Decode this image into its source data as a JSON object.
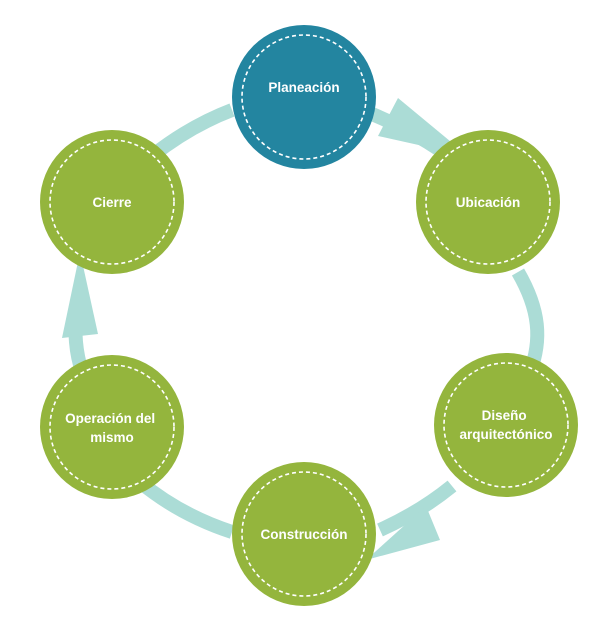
{
  "colors": {
    "ring": "#abdcd6",
    "stage_green": "#94b53d",
    "stage_teal": "#2385a0",
    "dash": "#ffffff"
  },
  "stages": [
    {
      "id": "planeacion",
      "label_lines": [
        "Planeación"
      ],
      "color": "teal"
    },
    {
      "id": "ubicacion",
      "label_lines": [
        "Ubicación"
      ],
      "color": "green"
    },
    {
      "id": "diseno",
      "label_lines": [
        "Diseño",
        "arquitectónico"
      ],
      "color": "green"
    },
    {
      "id": "construccion",
      "label_lines": [
        "Construcción"
      ],
      "color": "green"
    },
    {
      "id": "operacion",
      "label_lines": [
        "Operación del",
        "mismo"
      ],
      "color": "green"
    },
    {
      "id": "cierre",
      "label_lines": [
        "Cierre"
      ],
      "color": "green"
    }
  ]
}
